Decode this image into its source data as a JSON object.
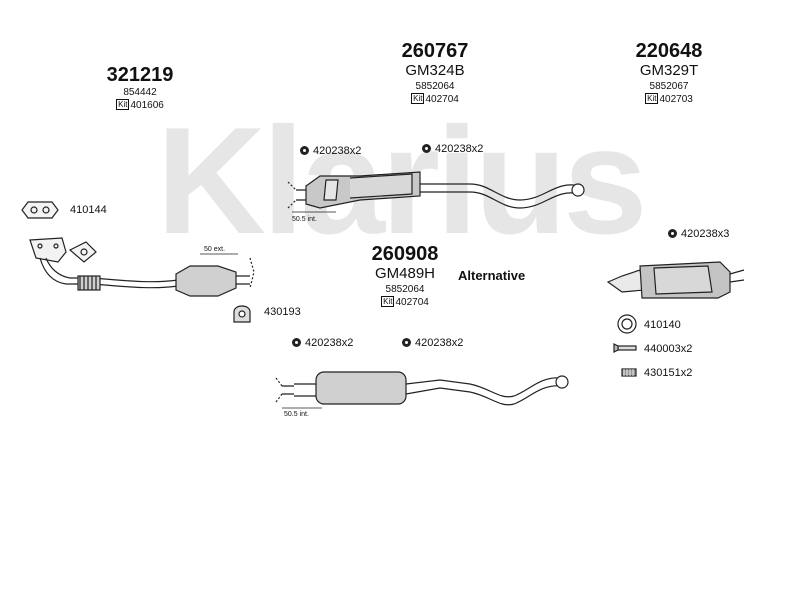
{
  "brand": {
    "watermark": "Klarius"
  },
  "blocks": [
    {
      "id": "321219",
      "part_no": "321219",
      "code": "",
      "oe": "854442",
      "kit": "401606",
      "kit_label": "Kit"
    },
    {
      "id": "260767",
      "part_no": "260767",
      "code": "GM324B",
      "oe": "5852064",
      "kit": "402704",
      "kit_label": "Kit"
    },
    {
      "id": "220648",
      "part_no": "220648",
      "code": "GM329T",
      "oe": "5852067",
      "kit": "402703",
      "kit_label": "Kit"
    },
    {
      "id": "260908",
      "part_no": "260908",
      "code": "GM489H",
      "oe": "5852064",
      "kit": "402704",
      "kit_label": "Kit"
    }
  ],
  "accessories": {
    "clamp_top_1": "420238x2",
    "clamp_top_2": "420238x2",
    "clamp_right": "420238x3",
    "clamp_bottom_1": "420238x2",
    "clamp_bottom_2": "420238x2",
    "gasket": "410144",
    "mount_430193": "430193",
    "ring_410140": "410140",
    "bolt_440003": "440003x2",
    "spring_430151": "430151x2"
  },
  "notes": {
    "alternative": "Alternative",
    "int_top": "50.5 int.",
    "int_bottom": "50.5 int.",
    "ext": "50 ext."
  }
}
